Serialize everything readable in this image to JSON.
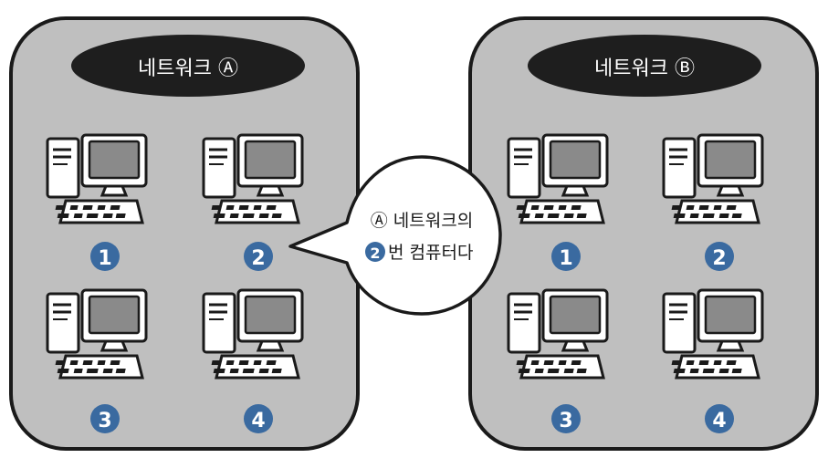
{
  "networks": [
    {
      "title": "네트워크 Ⓐ",
      "computers": [
        "1",
        "2",
        "3",
        "4"
      ]
    },
    {
      "title": "네트워크 Ⓑ",
      "computers": [
        "1",
        "2",
        "3",
        "4"
      ]
    }
  ],
  "speech_bubble": {
    "line1": "Ⓐ 네트워크의",
    "line2_badge": "2",
    "line2_text": "번 컴퓨터다"
  },
  "colors": {
    "network_fill": "#bfbfbf",
    "network_border": "#1a1a1a",
    "title_pill": "#1e1e1e",
    "badge": "#3a6aa0",
    "screen": "#8a8a8a",
    "outline": "#1a1a1a"
  },
  "icons": {
    "computer": "desktop-computer-icon",
    "badge": "number-badge-icon"
  }
}
